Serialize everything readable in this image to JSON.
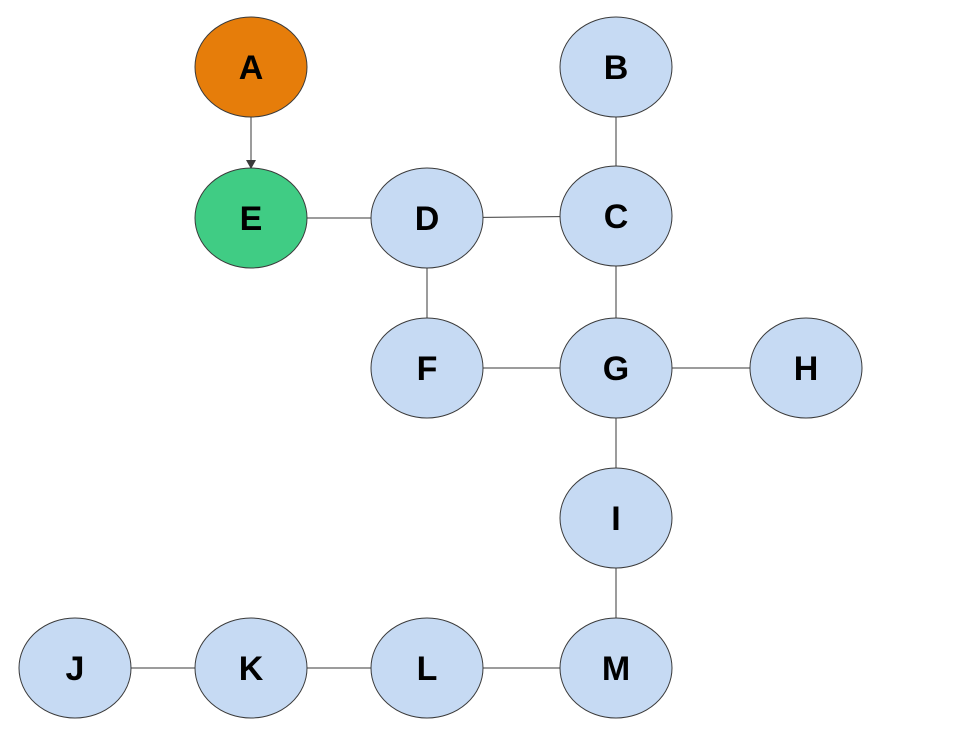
{
  "colors": {
    "default_node": "#c6daf3",
    "start_node": "#e67d0a",
    "target_node": "#40cc84",
    "edge": "#3a3a3a"
  },
  "nodes": [
    {
      "id": "A",
      "label": "A",
      "role": "start"
    },
    {
      "id": "B",
      "label": "B",
      "role": "default"
    },
    {
      "id": "E",
      "label": "E",
      "role": "target"
    },
    {
      "id": "D",
      "label": "D",
      "role": "default"
    },
    {
      "id": "C",
      "label": "C",
      "role": "default"
    },
    {
      "id": "F",
      "label": "F",
      "role": "default"
    },
    {
      "id": "G",
      "label": "G",
      "role": "default"
    },
    {
      "id": "H",
      "label": "H",
      "role": "default"
    },
    {
      "id": "I",
      "label": "I",
      "role": "default"
    },
    {
      "id": "J",
      "label": "J",
      "role": "default"
    },
    {
      "id": "K",
      "label": "K",
      "role": "default"
    },
    {
      "id": "L",
      "label": "L",
      "role": "default"
    },
    {
      "id": "M",
      "label": "M",
      "role": "default"
    }
  ],
  "edges": [
    {
      "from": "A",
      "to": "E",
      "directed": true
    },
    {
      "from": "E",
      "to": "D",
      "directed": false
    },
    {
      "from": "D",
      "to": "C",
      "directed": false
    },
    {
      "from": "B",
      "to": "C",
      "directed": false
    },
    {
      "from": "D",
      "to": "F",
      "directed": false
    },
    {
      "from": "C",
      "to": "G",
      "directed": false
    },
    {
      "from": "F",
      "to": "G",
      "directed": false
    },
    {
      "from": "G",
      "to": "H",
      "directed": false
    },
    {
      "from": "G",
      "to": "I",
      "directed": false
    },
    {
      "from": "I",
      "to": "M",
      "directed": false
    },
    {
      "from": "J",
      "to": "K",
      "directed": false
    },
    {
      "from": "K",
      "to": "L",
      "directed": false
    },
    {
      "from": "L",
      "to": "M",
      "directed": false
    }
  ]
}
